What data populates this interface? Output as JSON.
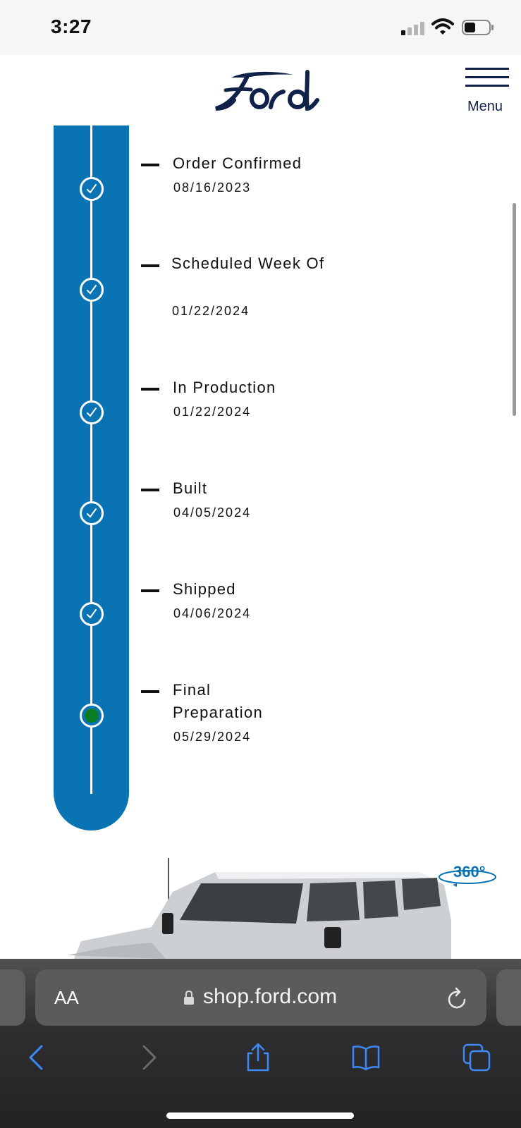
{
  "status_bar": {
    "time": "3:27"
  },
  "header": {
    "brand": "Ford",
    "menu_label": "Menu"
  },
  "timeline": {
    "steps": [
      {
        "label": "Order Confirmed",
        "date": "08/16/2023",
        "status": "complete"
      },
      {
        "label": "Scheduled Week Of",
        "date": "01/22/2024",
        "status": "complete"
      },
      {
        "label": "In Production",
        "date": "01/22/2024",
        "status": "complete"
      },
      {
        "label": "Built",
        "date": "04/05/2024",
        "status": "complete"
      },
      {
        "label": "Shipped",
        "date": "04/06/2024",
        "status": "complete"
      },
      {
        "label": "Final Preparation",
        "date": "05/29/2024",
        "status": "current"
      }
    ]
  },
  "vehicle": {
    "view_badge": "360°"
  },
  "browser": {
    "text_size_label": "AA",
    "url": "shop.ford.com"
  },
  "colors": {
    "ford_blue": "#10214a",
    "track_blue": "#0a73b4",
    "current_dot": "#0a7d25",
    "browser_accent": "#3d8af7"
  },
  "icons": [
    "signal-icon",
    "wifi-icon",
    "battery-icon",
    "ford-logo",
    "menu-icon",
    "check-icon",
    "lock-icon",
    "reload-icon",
    "back-icon",
    "forward-icon",
    "share-icon",
    "bookmarks-icon",
    "tabs-icon",
    "360-view-icon"
  ]
}
